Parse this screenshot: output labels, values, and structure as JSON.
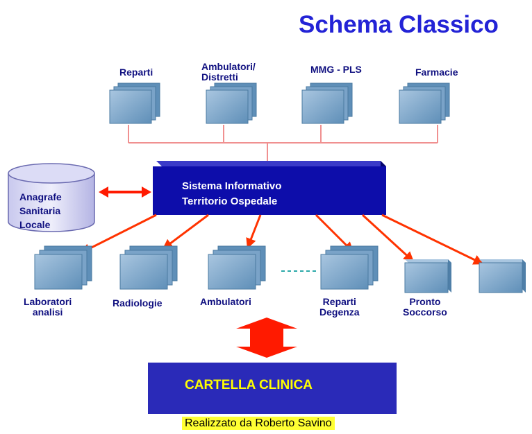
{
  "title": "Schema Classico",
  "top_nodes": [
    {
      "id": "reparti",
      "label": "Reparti"
    },
    {
      "id": "ambulatori-distretti",
      "label": "Ambulatori/\nDistretti"
    },
    {
      "id": "mmg-pls",
      "label": "MMG - PLS"
    },
    {
      "id": "farmacie",
      "label": "Farmacie"
    }
  ],
  "central_system": {
    "label": "Sistema Informativo\nTerritorio Ospedale"
  },
  "registry": {
    "label": "Anagrafe\nSanitaria\nLocale"
  },
  "bottom_nodes": [
    {
      "id": "laboratori-analisi",
      "label": "Laboratori\nanalisi"
    },
    {
      "id": "radiologie",
      "label": "Radiologie"
    },
    {
      "id": "ambulatori",
      "label": "Ambulatori"
    },
    {
      "id": "reparti-degenza",
      "label": "Reparti\nDegenza"
    },
    {
      "id": "pronto-soccorso",
      "label": "Pronto\nSoccorso"
    },
    {
      "id": "unlabeled-unit",
      "label": ""
    }
  ],
  "clinical_record": {
    "label": "CARTELLA CLINICA"
  },
  "credit": "Realizzato da Roberto Savino",
  "colors": {
    "title": "#2323d6",
    "node_label": "#101080",
    "central_box": "#0d0daa",
    "cartella_box": "#2a2ab8",
    "cartella_text": "#ffff00",
    "connector": "#ff3300",
    "top_connector": "#f09090",
    "big_arrow": "#ff1a00",
    "dashed": "#2aa8a8",
    "credit_highlight": "#ffff33"
  }
}
